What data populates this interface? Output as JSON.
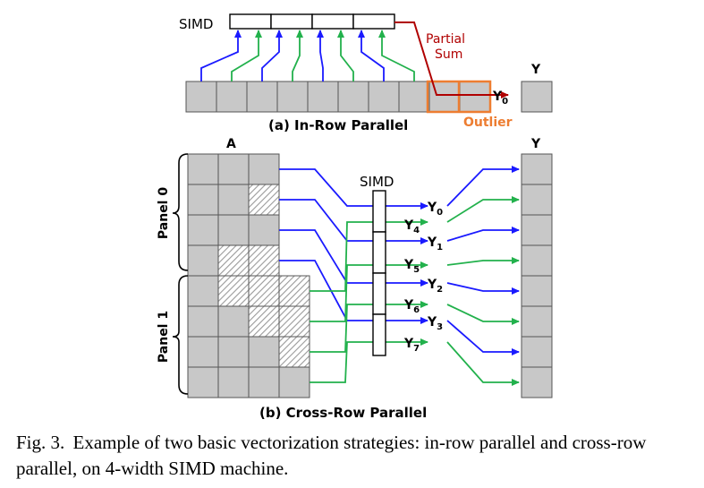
{
  "part_a": {
    "simd_label": "SIMD",
    "partial_sum_line1": "Partial",
    "partial_sum_line2": "Sum",
    "output_y0": "Y",
    "output_y0_sub": "0",
    "y_header": "Y",
    "outlier_label": "Outlier",
    "caption": "(a) In-Row Parallel"
  },
  "part_b": {
    "matrix_label": "A",
    "y_header": "Y",
    "simd_label": "SIMD",
    "panel0_label": "Panel 0",
    "panel1_label": "Panel 1",
    "outputs": [
      {
        "name": "Y",
        "sub": "0"
      },
      {
        "name": "Y",
        "sub": "4"
      },
      {
        "name": "Y",
        "sub": "1"
      },
      {
        "name": "Y",
        "sub": "5"
      },
      {
        "name": "Y",
        "sub": "2"
      },
      {
        "name": "Y",
        "sub": "6"
      },
      {
        "name": "Y",
        "sub": "3"
      },
      {
        "name": "Y",
        "sub": "7"
      }
    ],
    "caption": "(b) Cross-Row Parallel"
  },
  "colors": {
    "cell_fill": "#c8c8c8",
    "blue": "#1a1aff",
    "green": "#22b14c",
    "red": "#b00000",
    "orange": "#ed7d31"
  },
  "caption": {
    "fig_tag": "Fig. 3.",
    "text": "Example of two basic vectorization strategies: in-row parallel and cross-row parallel, on 4-width SIMD machine."
  }
}
